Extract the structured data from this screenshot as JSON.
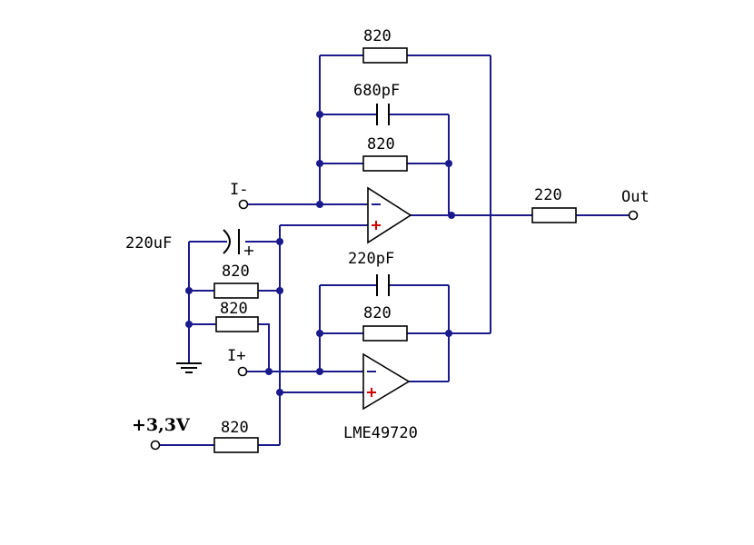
{
  "labels": {
    "r_feedback_top": "820",
    "c_top": "680pF",
    "r_top": "820",
    "in_minus": "I-",
    "r_out": "220",
    "out": "Out",
    "c_bias": "220uF",
    "r_bias1": "820",
    "r_bias2": "820",
    "c_bottom": "220pF",
    "r_bottom": "820",
    "in_plus": "I+",
    "supply": "+3,3V",
    "r_supply": "820",
    "opamp_part": "LME49720"
  },
  "colors": {
    "wire": "#1a1a8c",
    "component": "#000000",
    "plus_sign": "#cc0000"
  }
}
